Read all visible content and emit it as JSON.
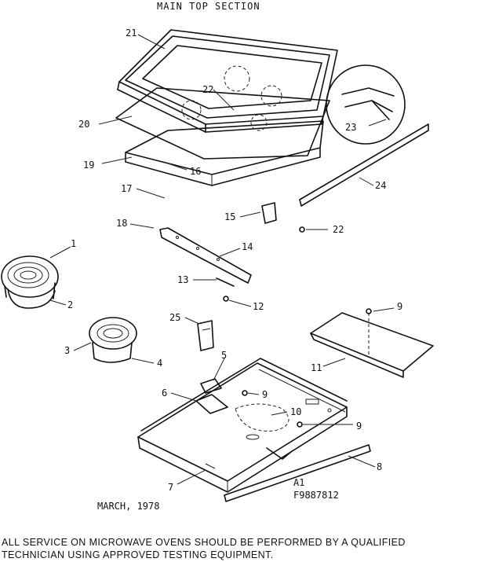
{
  "diagram": {
    "title": "MAIN TOP SECTION",
    "date": "MARCH, 1978",
    "drawing_ref": "A1",
    "part_number": "F9887812",
    "warning": [
      "ALL SERVICE ON MICROWAVE OVENS SHOULD BE PERFORMED BY A QUALIFIED",
      "TECHNICIAN USING APPROVED TESTING EQUIPMENT."
    ],
    "callouts": {
      "c21": "21",
      "c22a": "22",
      "c23": "23",
      "c20": "20",
      "c19": "19",
      "c16": "16",
      "c17": "17",
      "c24": "24",
      "c15": "15",
      "c22b": "22",
      "c18": "18",
      "c14": "14",
      "c1": "1",
      "c13": "13",
      "c12": "12",
      "c2": "2",
      "c25": "25",
      "c9a": "9",
      "c3": "3",
      "c4": "4",
      "c11": "11",
      "c5": "5",
      "c6": "6",
      "c9b": "9",
      "c10": "10",
      "c9c": "9",
      "c7": "7",
      "c8": "8"
    }
  }
}
